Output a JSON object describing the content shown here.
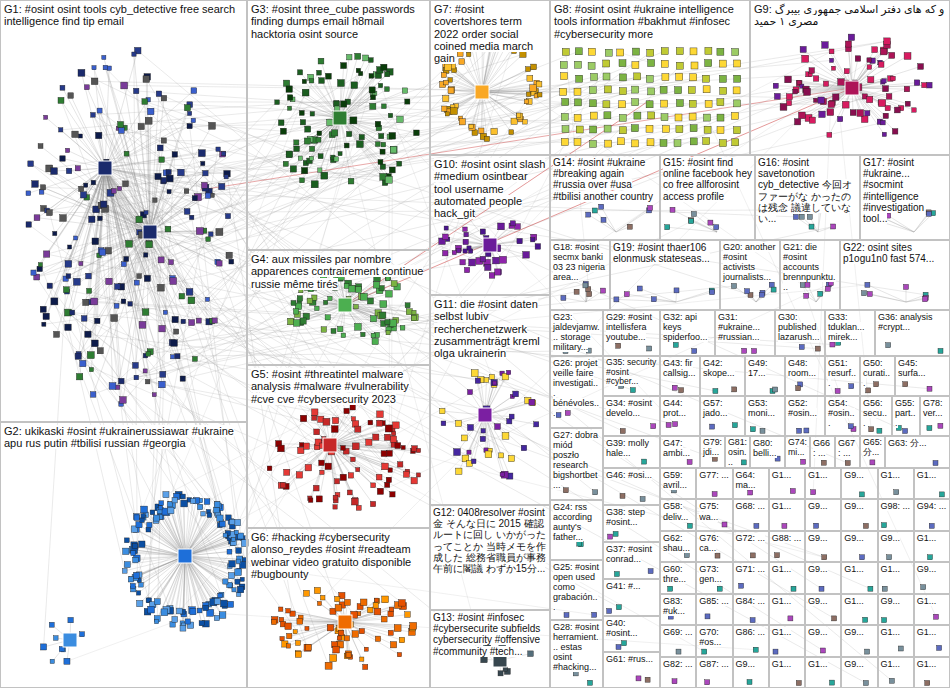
{
  "diagram": {
    "nodes": [
      {
        "text": [
          "G1: #osint osint tools cyb_detective free search intelligence find tip email"
        ]
      },
      {
        "text": [
          "G2: ukikaski #osint #ukrainerussiawar #ukraine apu rus putin #tbilisi russian #georgia"
        ]
      },
      {
        "text": [
          "G3: #osint three_cube passwords finding dumps email h8mail hacktoria osint source"
        ]
      },
      {
        "text": [
          "G4: aux missiles par nombre apparences contrairement continue russie même tirés"
        ]
      },
      {
        "text": [
          "G5: #osint #threatintel malware analysis #malware #vulnerability #cve cve #cybersecurity 2023"
        ]
      },
      {
        "text": [
          "G6: #hacking #cybersecurity alonso_reydes #osint #readteam webinar video gratuito disponible #bugbounty"
        ]
      },
      {
        "text": [
          "G7: #osint covertshores term 2022 order social coined media march gain"
        ]
      },
      {
        "text": [
          "G8: #osint osint #ukraine intelligence tools information #bakhmut #infosec #cybersecurity more"
        ]
      },
      {
        "text": [
          "G9: و که های دفتر اسلامی جمهوری بیبرگ مصری ۱ حمید"
        ]
      },
      {
        "text": [
          "G10: #osint osint slash #medium osintbear tool username automated people hack_git"
        ]
      },
      {
        "text": [
          "G11: die #osint daten selbst lubiv recherchenetzwerk zusammenträgt kreml olga ukrainerin"
        ]
      },
      {
        "text": [
          "G12: 0408resolver #osint 金 そんな日に 2015 確認ルートに回し いかがったってことか 当時メモを作成した 総務省職員が事務 午前に閣議 わずか15分..."
        ]
      },
      {
        "text": [
          "G13: #osint #infosec #cybersecurite subfields cybersecurity #offensive #community #tech..."
        ]
      },
      {
        "text": [
          "G14: #osint #ukraine #breaking again #russia over #usa #tbilisi another country"
        ]
      },
      {
        "text": [
          "G15: #osint find online facebook hey co free allforosint access profile"
        ]
      },
      {
        "text": [
          "G16: #osint savetonotion cyb_detective 今回オファーがな かったのは残念 議違していない..."
        ]
      },
      {
        "text": [
          "G17: #osint #ukraine... #socmint #intelligence #investigation tool..."
        ]
      },
      {
        "text": [
          "G18: #osint secmx banki 03 23 nigeria area..."
        ]
      },
      {
        "text": [
          "G19: #osint thaer106 elonmusk stateseas..."
        ]
      },
      {
        "text": [
          "G20: another #osint activists journalists..."
        ]
      },
      {
        "text": [
          "G21: die #osint accounts brennpunktu..."
        ]
      },
      {
        "text": [
          "G22: osint sites p1ogu1n0 fast 574..."
        ]
      },
      {
        "text": [
          "G23: jaldevjamw... storage military..."
        ]
      },
      {
        "text": [
          "G29: #osint intellisfera youtube..."
        ]
      },
      {
        "text": [
          "G32: api keys spiderfoo..."
        ]
      },
      {
        "text": [
          "G31: #ukraine... #russian..."
        ]
      },
      {
        "text": [
          "G30: published lazarush..."
        ]
      },
      {
        "text": [
          "G33: tduklan... mirek..."
        ]
      },
      {
        "text": [
          "G36: analysis #crypt..."
        ]
      },
      {
        "text": [
          "G26: projet veille faire investigati... bénévoles..."
        ]
      },
      {
        "text": [
          "G27: dobra miód poszło research bigshortbet..."
        ]
      },
      {
        "text": [
          "G24: rss according aunty's father..."
        ]
      },
      {
        "text": [
          "G25: #osint open used como grabación..."
        ]
      },
      {
        "text": [
          "G28: #osint herramient... estas osint #hacking..."
        ]
      },
      {
        "text": [
          "G35: security #osint #cyber..."
        ]
      },
      {
        "text": [
          "G43: fir callsig..."
        ]
      },
      {
        "text": [
          "G42: skope..."
        ]
      },
      {
        "text": [
          "G49: 17..."
        ]
      },
      {
        "text": [
          "G48: room..."
        ]
      },
      {
        "text": [
          "G51: resurf..."
        ]
      },
      {
        "text": [
          "G50: curati..."
        ]
      },
      {
        "text": [
          "G45: surfa..."
        ]
      },
      {
        "text": [
          "G34: #osint develo..."
        ]
      },
      {
        "text": [
          "G44: prot..."
        ]
      },
      {
        "text": [
          "G57: jado..."
        ]
      },
      {
        "text": [
          "G53: moni..."
        ]
      },
      {
        "text": [
          "G52: #osin..."
        ]
      },
      {
        "text": [
          "G54: #osin..."
        ]
      },
      {
        "text": [
          "G56: secu..."
        ]
      },
      {
        "text": [
          "G55: part..."
        ]
      },
      {
        "text": [
          "G78: ver..."
        ]
      },
      {
        "text": [
          "G39: molly hale..."
        ]
      },
      {
        "text": [
          "G47: ambi..."
        ]
      },
      {
        "text": [
          "G79: jdi..."
        ]
      },
      {
        "text": [
          "G81: osin..."
        ]
      },
      {
        "text": [
          "G80: belli..."
        ]
      },
      {
        "text": [
          "G74: mi..."
        ]
      },
      {
        "text": [
          "G66: ..."
        ]
      },
      {
        "text": [
          "G67: ..."
        ]
      },
      {
        "text": [
          "G65: 分..."
        ]
      },
      {
        "text": [
          "G63: 分..."
        ]
      },
      {
        "text": [
          "G46: #osi..."
        ]
      },
      {
        "text": [
          "G38: step #osint..."
        ]
      },
      {
        "text": [
          "G37: #osint conrad..."
        ]
      },
      {
        "text": [
          "G41: #..."
        ]
      },
      {
        "text": [
          "G40: #osint..."
        ]
      },
      {
        "text": [
          "G61: #rus..."
        ]
      },
      {
        "text": [
          "G59: avril..."
        ]
      },
      {
        "text": [
          "G77: ..."
        ]
      },
      {
        "text": [
          "G64: ma..."
        ]
      },
      {
        "text": [
          "G1..."
        ]
      },
      {
        "text": [
          "G1..."
        ]
      },
      {
        "text": [
          "G9..."
        ]
      },
      {
        "text": [
          "G1..."
        ]
      },
      {
        "text": [
          "G1..."
        ]
      },
      {
        "text": [
          "G58: deliv..."
        ]
      },
      {
        "text": [
          "G75: wa..."
        ]
      },
      {
        "text": [
          "G68: ..."
        ]
      },
      {
        "text": [
          "G1..."
        ]
      },
      {
        "text": [
          "G9..."
        ]
      },
      {
        "text": [
          "G9..."
        ]
      },
      {
        "text": [
          "G98: ..."
        ]
      },
      {
        "text": [
          "G94: ..."
        ]
      },
      {
        "text": [
          "G62: shau..."
        ]
      },
      {
        "text": [
          "G76: ca..."
        ]
      },
      {
        "text": [
          "G72: ..."
        ]
      },
      {
        "text": [
          "G88: ..."
        ]
      },
      {
        "text": [
          "G9..."
        ]
      },
      {
        "text": [
          "G9..."
        ]
      },
      {
        "text": [
          "G9..."
        ]
      },
      {
        "text": [
          "G1..."
        ]
      },
      {
        "text": [
          "G60: thre..."
        ]
      },
      {
        "text": [
          "G73: gen..."
        ]
      },
      {
        "text": [
          "G71: ..."
        ]
      },
      {
        "text": [
          "G1..."
        ]
      },
      {
        "text": [
          "G9..."
        ]
      },
      {
        "text": [
          "G1..."
        ]
      },
      {
        "text": [
          "G1..."
        ]
      },
      {
        "text": [
          "G9..."
        ]
      },
      {
        "text": [
          "G83: #uk..."
        ]
      },
      {
        "text": [
          "G85: ..."
        ]
      },
      {
        "text": [
          "G84: ..."
        ]
      },
      {
        "text": [
          "G1..."
        ]
      },
      {
        "text": [
          "G9..."
        ]
      },
      {
        "text": [
          "G1..."
        ]
      },
      {
        "text": [
          "G9..."
        ]
      },
      {
        "text": [
          "G1..."
        ]
      },
      {
        "text": [
          "G69: ..."
        ]
      },
      {
        "text": [
          "G70: #os..."
        ]
      },
      {
        "text": [
          "G86: ..."
        ]
      },
      {
        "text": [
          "G1..."
        ]
      },
      {
        "text": [
          "G9..."
        ]
      },
      {
        "text": [
          "G9..."
        ]
      },
      {
        "text": [
          "G1..."
        ]
      },
      {
        "text": [
          "G1..."
        ]
      },
      {
        "text": [
          "G82: ..."
        ]
      },
      {
        "text": [
          "G87: ..."
        ]
      },
      {
        "text": [
          "G9..."
        ]
      },
      {
        "text": [
          "G1..."
        ]
      },
      {
        "text": [
          "G1..."
        ]
      },
      {
        "text": [
          "G9..."
        ]
      },
      {
        "text": [
          "G1..."
        ]
      },
      {
        "text": [
          "G1..."
        ]
      }
    ]
  }
}
